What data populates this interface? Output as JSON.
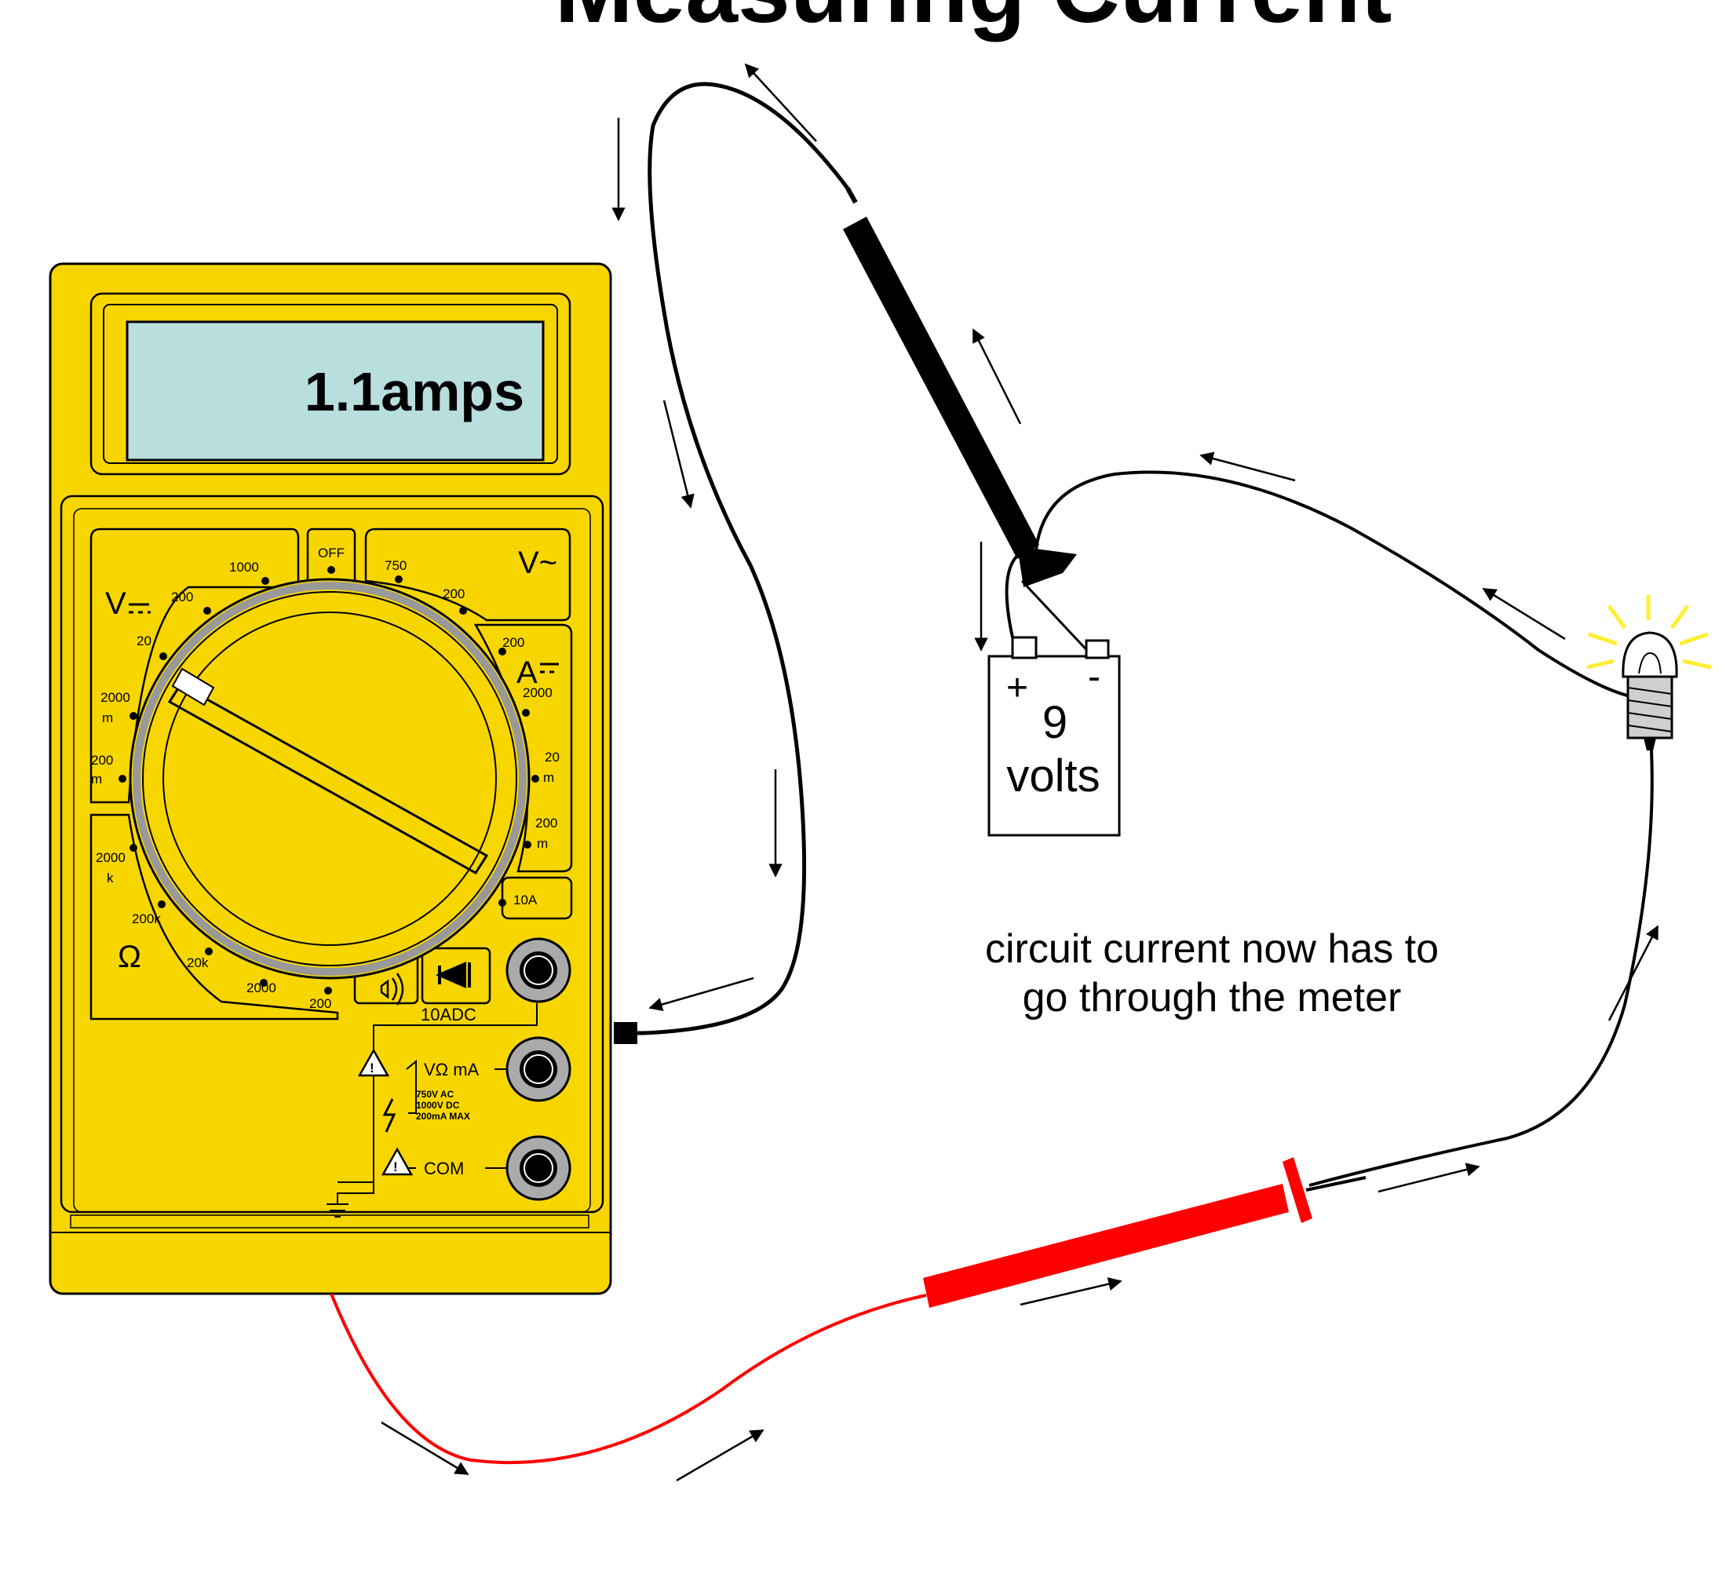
{
  "title": "Measuring Current",
  "display_reading": "1.1amps",
  "caption_line1": "circuit current now has to",
  "caption_line2": "go through the meter",
  "battery": {
    "plus": "+",
    "minus": "-",
    "value": "9",
    "unit": "volts"
  },
  "dial": {
    "off": "OFF",
    "v_dc": "V",
    "v_ac": "V~",
    "a_dc": "A",
    "ohm": "Ω",
    "v_dc_ranges": [
      "1000",
      "200",
      "20",
      "2000",
      "m",
      "200",
      "m"
    ],
    "v_ac_ranges": [
      "750",
      "200"
    ],
    "a_ranges": [
      "200",
      "2000",
      "20",
      "m",
      "200",
      "m"
    ],
    "ohm_ranges": [
      "2000",
      "k",
      "200k",
      "20k",
      "2000",
      "200"
    ],
    "ten_a": "10A"
  },
  "jacks": {
    "ten_adc": "10ADC",
    "v_ohm_ma": "VΩ mA",
    "com": "COM",
    "rating_1": "750V AC",
    "rating_2": "1000V DC",
    "rating_3": "200mA MAX"
  },
  "colors": {
    "meter_body": "#f7d600",
    "lcd": "#b8dede",
    "black_lead": "#000000",
    "red_lead": "#ff0000",
    "bulb_glow": "#ffee33"
  }
}
